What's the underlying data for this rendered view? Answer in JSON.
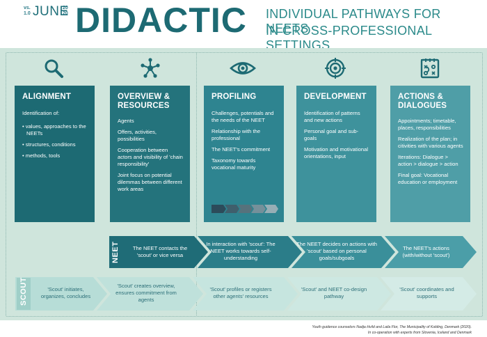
{
  "header": {
    "version": "vs.\n1.0",
    "month": "JUNE",
    "year": "20\n20",
    "brand": "DIDACTIC",
    "subtitle_line1": "INDIVIDUAL PATHWAYS FOR NEETS",
    "subtitle_line2": "IN CROSS-PROFESSIONAL SETTINGS"
  },
  "colors": {
    "panel": "#cfe5dc",
    "alignment": "#1d6a73",
    "overview": "#24737c",
    "profiling": "#2e8490",
    "development": "#3e929c",
    "actions": "#4f9ea7",
    "neet_row": "#2f8491",
    "scout_row": "#b7ddd7"
  },
  "columns": [
    {
      "icon": "magnifier-icon",
      "title": "ALIGNMENT",
      "intro": "Identification of:",
      "bullets": [
        "values, approaches to the NEETs",
        "structures, conditions",
        "methods, tools"
      ],
      "paragraphs": []
    },
    {
      "icon": "network-icon",
      "title": "OVERVIEW & RESOURCES",
      "paragraphs": [
        "Agents",
        "Offers, activities, possibilities",
        "Cooperation between actors and visibility of 'chain responsibility'",
        "Joint focus on potential dilemmas between different work areas"
      ]
    },
    {
      "icon": "eye-icon",
      "title": "PROFILING",
      "paragraphs": [
        "Challenges, potentials and the needs of the NEET",
        "Relationship with the professional",
        "The NEET's commitment",
        "Taxonomy towards vocational maturity"
      ],
      "taxonomy_steps": [
        "",
        "",
        "",
        "",
        ""
      ]
    },
    {
      "icon": "target-icon",
      "title": "DEVELOPMENT",
      "paragraphs": [
        "Identification of patterns and new actions",
        "Personal goal and sub-goals",
        "Motivation and motivational orientations, input"
      ]
    },
    {
      "icon": "plan-icon",
      "title": "ACTIONS & DIALOGUES",
      "paragraphs": [
        "Appointments; timetable, places, responsibilities",
        "Realization of the plan; in citivities with various agents",
        "Iterations: Dialogue > action > dialogue > action",
        "Final goal: Vocational education or employment"
      ]
    }
  ],
  "neet_row": {
    "label": "NEET",
    "steps": [
      "The NEET contacts the 'scout' or vice versa",
      "In interaction with 'scout': The NEET works towards self-understanding",
      "The NEET decides on actions with 'scout' based on personal goals/subgoals",
      "The NEET's actions (with/without 'scout')"
    ]
  },
  "scout_row": {
    "label": "SCOUT",
    "steps": [
      "'Scout' initiates, organizes, concludes",
      "'Scout' creates overview, ensures commitment from agents",
      "'Scout' profiles or registers other agents' resources",
      "'Scout' and NEET co-design pathway",
      "'Scout' coordinates and supports"
    ]
  },
  "footer": {
    "line1": "Youth guidence counselors Nadja Hvild and Laila Flor, The Municipality of Kolding, Denmark (2020).",
    "line2": "In co-operation with experts from Slovenia, Iceland and Denmark"
  }
}
